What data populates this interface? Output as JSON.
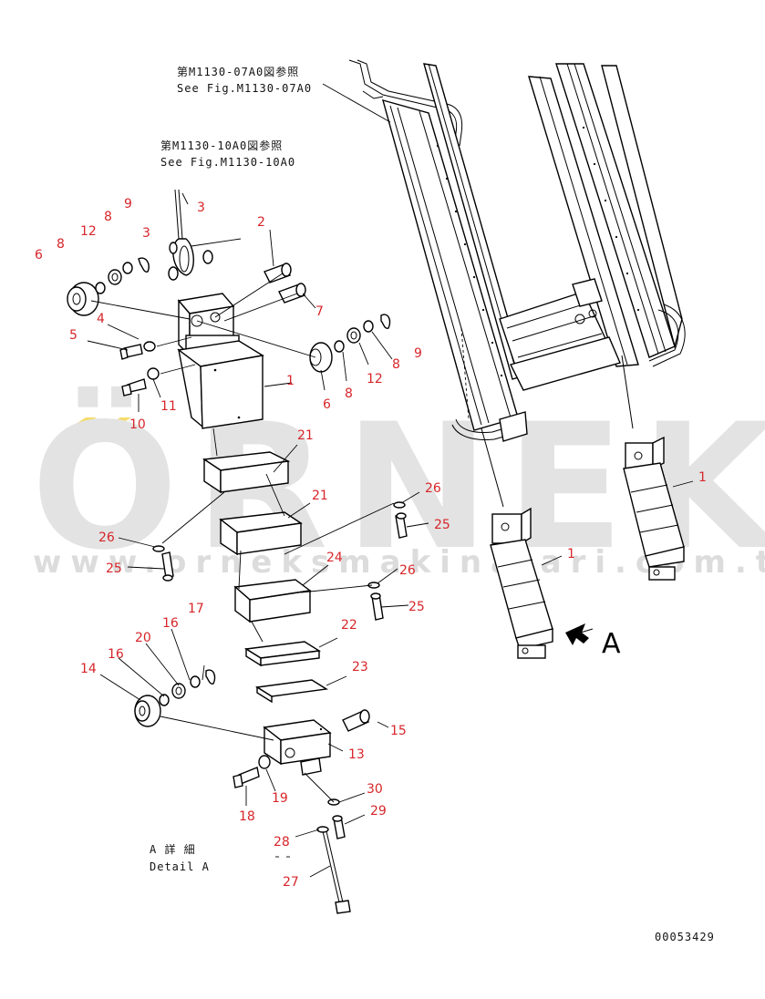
{
  "watermark": {
    "brand": "ÖRNEK",
    "url": "www.orneksmakinalari.com.tr",
    "accent_color": "#f4dc6a"
  },
  "notes": {
    "ref1_jp": "第M1130-07A0図参照",
    "ref1_en": "See Fig.M1130-07A0",
    "ref2_jp": "第M1130-10A0図参照",
    "ref2_en": "See Fig.M1130-10A0",
    "detail_jp": "A 詳 細",
    "detail_en": "Detail A",
    "view_label": "A",
    "drawing_number": "00053429"
  },
  "callouts": [
    {
      "id": "c-6a",
      "text": "6"
    },
    {
      "id": "c-8a",
      "text": "8"
    },
    {
      "id": "c-12a",
      "text": "12"
    },
    {
      "id": "c-8b",
      "text": "8"
    },
    {
      "id": "c-9a",
      "text": "9"
    },
    {
      "id": "c-3a",
      "text": "3"
    },
    {
      "id": "c-3b",
      "text": "3"
    },
    {
      "id": "c-2",
      "text": "2"
    },
    {
      "id": "c-7",
      "text": "7"
    },
    {
      "id": "c-4",
      "text": "4"
    },
    {
      "id": "c-5",
      "text": "5"
    },
    {
      "id": "c-9b",
      "text": "9"
    },
    {
      "id": "c-8c",
      "text": "8"
    },
    {
      "id": "c-12b",
      "text": "12"
    },
    {
      "id": "c-8d",
      "text": "8"
    },
    {
      "id": "c-6b",
      "text": "6"
    },
    {
      "id": "c-1a",
      "text": "1"
    },
    {
      "id": "c-11",
      "text": "11"
    },
    {
      "id": "c-10",
      "text": "10"
    },
    {
      "id": "c-21a",
      "text": "21"
    },
    {
      "id": "c-21b",
      "text": "21"
    },
    {
      "id": "c-26a",
      "text": "26"
    },
    {
      "id": "c-25a",
      "text": "25"
    },
    {
      "id": "c-26b",
      "text": "26"
    },
    {
      "id": "c-25b",
      "text": "25"
    },
    {
      "id": "c-24",
      "text": "24"
    },
    {
      "id": "c-26c",
      "text": "26"
    },
    {
      "id": "c-25c",
      "text": "25"
    },
    {
      "id": "c-22",
      "text": "22"
    },
    {
      "id": "c-17",
      "text": "17"
    },
    {
      "id": "c-16a",
      "text": "16"
    },
    {
      "id": "c-20",
      "text": "20"
    },
    {
      "id": "c-16b",
      "text": "16"
    },
    {
      "id": "c-14",
      "text": "14"
    },
    {
      "id": "c-23",
      "text": "23"
    },
    {
      "id": "c-15",
      "text": "15"
    },
    {
      "id": "c-13",
      "text": "13"
    },
    {
      "id": "c-18",
      "text": "18"
    },
    {
      "id": "c-19",
      "text": "19"
    },
    {
      "id": "c-30",
      "text": "30"
    },
    {
      "id": "c-29",
      "text": "29"
    },
    {
      "id": "c-28",
      "text": "28"
    },
    {
      "id": "c-27",
      "text": "27"
    },
    {
      "id": "c-1b",
      "text": "1"
    },
    {
      "id": "c-1c",
      "text": "1"
    }
  ]
}
